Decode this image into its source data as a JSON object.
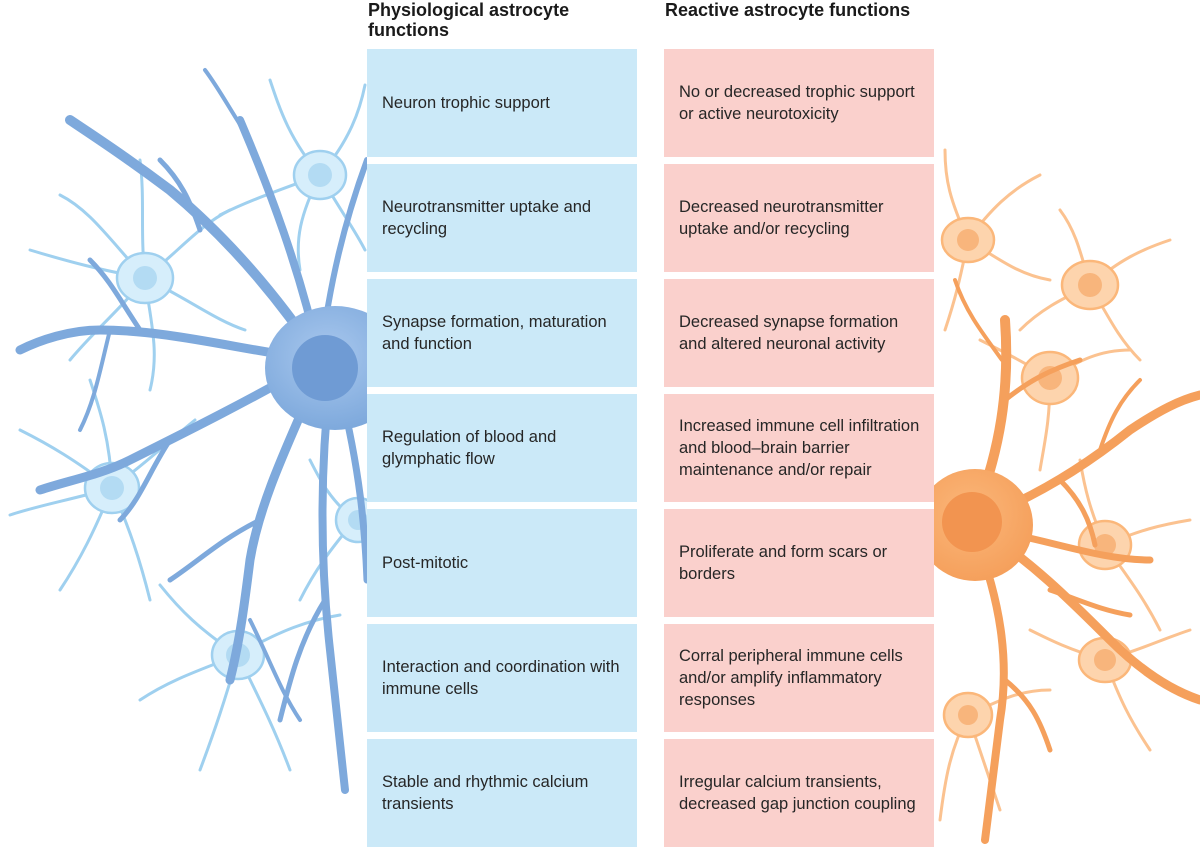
{
  "headers": {
    "physiological": "Physiological astrocyte functions",
    "reactive": "Reactive astrocyte functions"
  },
  "physiological": [
    "Neuron trophic support",
    "Neurotransmitter uptake and recycling",
    "Synapse formation, maturation and function",
    "Regulation of blood and glymphatic flow",
    "Post-mitotic",
    "Interaction and coordination with immune cells",
    "Stable and rhythmic calcium transients"
  ],
  "reactive": [
    "No or decreased trophic support or active neurotoxicity",
    "Decreased neurotransmitter uptake and/or recycling",
    "Decreased synapse formation and altered neuronal activity",
    "Increased immune cell infiltration and blood–brain barrier maintenance and/or repair",
    "Proliferate and form scars or borders",
    "Corral peripheral immune cells and/or amplify inflammatory responses",
    "Irregular calcium transients, decreased gap junction coupling"
  ],
  "colors": {
    "physiological_box": "#cbe9f8",
    "reactive_box": "#fad0cc",
    "blue_astrocyte": "#7ea9dc",
    "light_blue_astrocyte": "#b3dbf3",
    "orange_astrocyte": "#f5a05c",
    "light_orange_astrocyte": "#fbc290"
  }
}
